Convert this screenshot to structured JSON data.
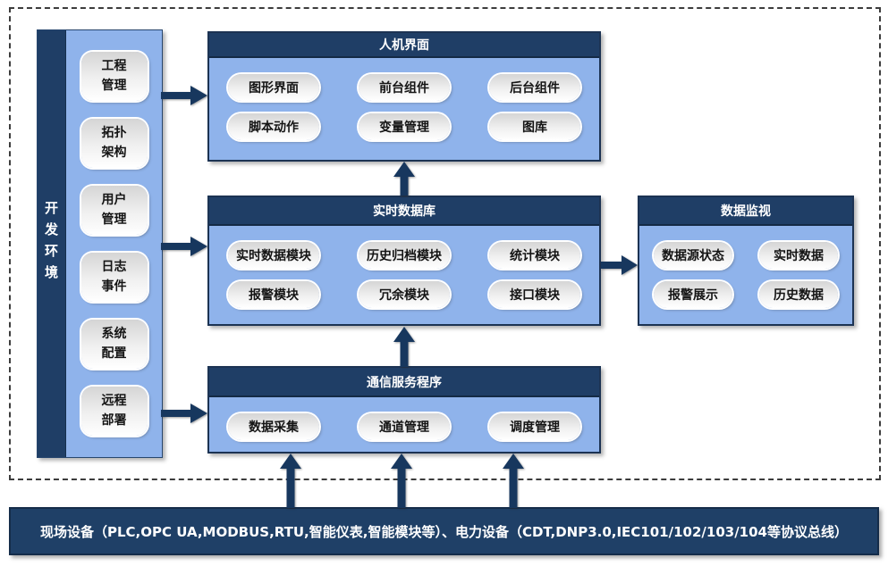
{
  "colors": {
    "navy": "#1f3e66",
    "panel_blue": "#8fb3eb",
    "arrow_navy": "#17375e",
    "pill_gray": "#e6e6e6"
  },
  "dev_env": {
    "title": "开发环境",
    "items": [
      "工程\n管理",
      "拓扑\n架构",
      "用户\n管理",
      "日志\n事件",
      "系统\n配置",
      "远程\n部署"
    ]
  },
  "hmi": {
    "title": "人机界面",
    "items": [
      "图形界面",
      "前台组件",
      "后台组件",
      "脚本动作",
      "变量管理",
      "图库"
    ]
  },
  "rtdb": {
    "title": "实时数据库",
    "items": [
      "实时数据模块",
      "历史归档模块",
      "统计模块",
      "报警模块",
      "冗余模块",
      "接口模块"
    ]
  },
  "monitor": {
    "title": "数据监视",
    "items": [
      "数据源状态",
      "实时数据",
      "报警展示",
      "历史数据"
    ]
  },
  "comm": {
    "title": "通信服务程序",
    "items": [
      "数据采集",
      "通道管理",
      "调度管理"
    ]
  },
  "field_bus": {
    "label": "现场设备（PLC,OPC UA,MODBUS,RTU,智能仪表,智能模块等）、电力设备（CDT,DNP3.0,IEC101/102/103/104等协议总线）"
  }
}
